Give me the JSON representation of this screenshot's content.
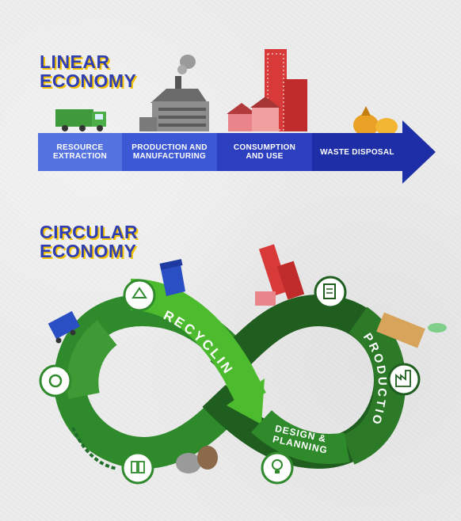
{
  "linear_economy": {
    "title_line1": "LINEAR",
    "title_line2": "ECONOMY",
    "stages": [
      {
        "line1": "RESOURCE",
        "line2": "EXTRACTION"
      },
      {
        "line1": "PRODUCTION AND",
        "line2": "MANUFACTURING"
      },
      {
        "line1": "CONSUMPTION",
        "line2": "AND USE"
      },
      {
        "line1": "WASTE DISPOSAL",
        "line2": ""
      }
    ],
    "colors": {
      "stage1": "#5472e0",
      "stage2": "#3d58d5",
      "stage3": "#2c3fbf",
      "stage4": "#1e2ea6"
    }
  },
  "circular_economy": {
    "title_line1": "CIRCULAR",
    "title_line2": "ECONOMY",
    "loop_labels": {
      "recycling": "RECYCLING",
      "production": "PRODUCTION",
      "design_line1": "DESIGN &",
      "design_line2": "PLANNING"
    },
    "icons": [
      "recycle-icon",
      "checklist-icon",
      "factory-icon",
      "lightbulb-icon",
      "bins-icon",
      "gear-hand-icon"
    ],
    "colors": {
      "light_green": "#4dbb2e",
      "mid_green": "#2f8a2c",
      "dark_green": "#1f5e1f",
      "bright_green": "#58c83a"
    }
  }
}
